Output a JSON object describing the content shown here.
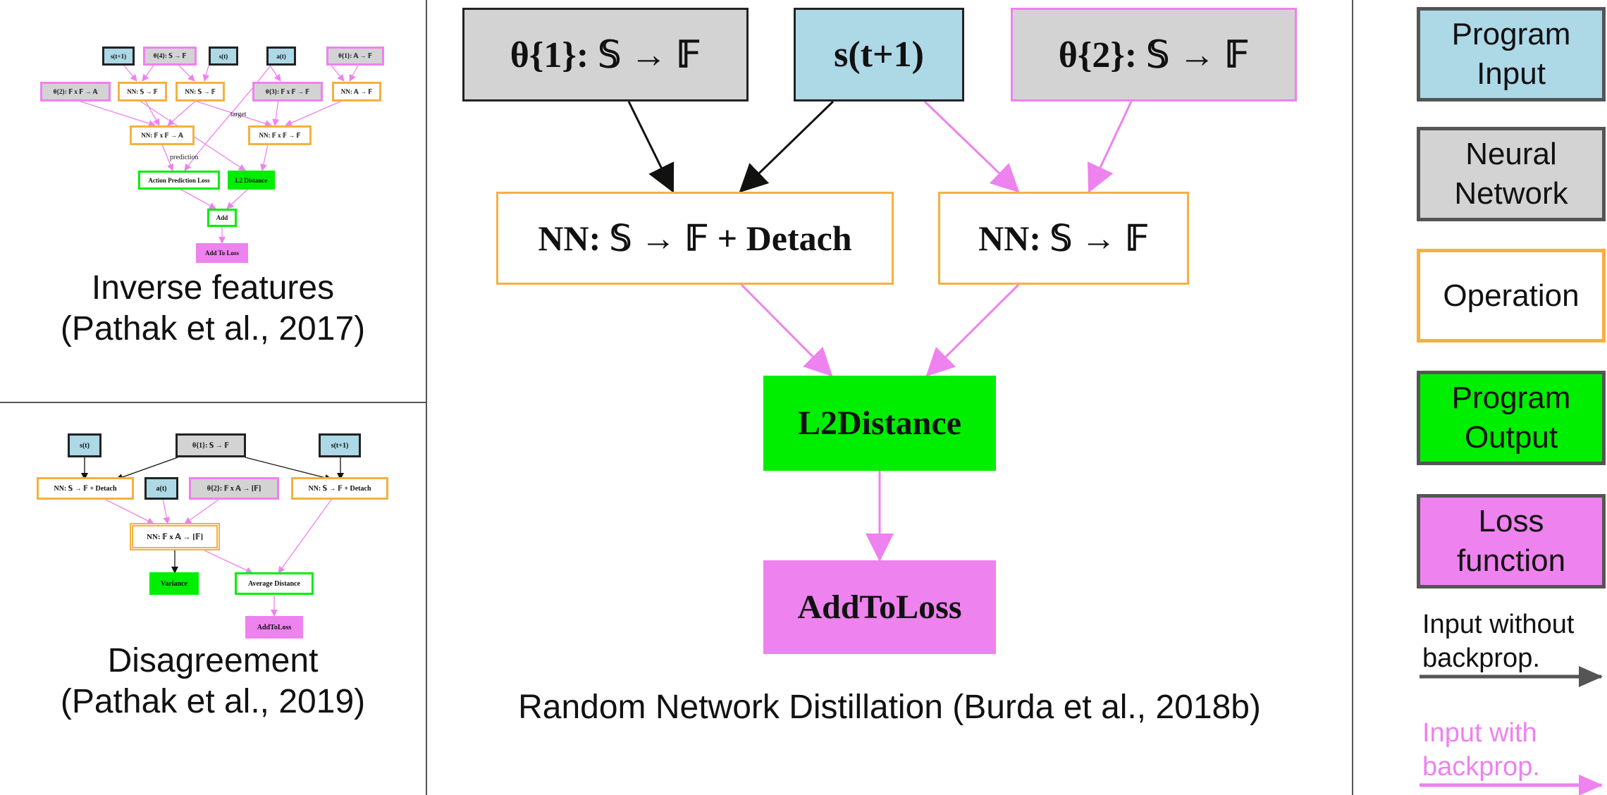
{
  "panels": {
    "inverse": {
      "caption_line1": "Inverse features",
      "caption_line2": "(Pathak et al., 2017)",
      "nodes": {
        "s_t1": "s(t+1)",
        "theta4": "θ{4}: 𝕊 → 𝔽",
        "s_t": "s(t)",
        "a_t": "a(t)",
        "theta1": "θ{1}: 𝔸 → 𝔽",
        "theta2": "θ{2}: 𝔽 x 𝔽 → 𝔸",
        "nn_s_f_1": "NN: 𝕊 → 𝔽",
        "nn_s_f_2": "NN: 𝕊 → 𝔽",
        "theta3": "θ{3}: 𝔽 x 𝔽 → 𝔽",
        "nn_a_f": "NN: 𝔸 → 𝔽",
        "nn_ff_a": "NN: 𝔽 x 𝔽 → 𝔸",
        "nn_ff_f": "NN: 𝔽 x 𝔽 → 𝔽",
        "apl": "Action Prediction Loss",
        "l2": "L2 Distance",
        "add": "Add",
        "add_to_loss": "Add To Loss"
      },
      "edge_labels": {
        "target": "target",
        "prediction": "prediction"
      }
    },
    "disagreement": {
      "caption_line1": "Disagreement",
      "caption_line2": "(Pathak et al., 2019)",
      "nodes": {
        "s_t": "s(t)",
        "theta1": "θ{1}: 𝕊 → 𝔽",
        "s_t1": "s(t+1)",
        "nn_detach_left": "NN: 𝕊 → 𝔽 + Detach",
        "a_t": "a(t)",
        "theta2": "θ{2}: 𝔽 x 𝔸 → [𝔽]",
        "nn_detach_right": "NN: 𝕊 → 𝔽 + Detach",
        "nn_fa": "NN: 𝔽 x 𝔸 → [𝔽]",
        "variance": "Variance",
        "avg_dist": "Average Distance",
        "add_to_loss": "AddToLoss"
      }
    },
    "rnd": {
      "caption": "Random Network Distillation (Burda et al., 2018b)",
      "nodes": {
        "theta1": "θ{1}: 𝕊 → 𝔽",
        "s_t1": "s(t+1)",
        "theta2": "θ{2}: 𝕊 → 𝔽",
        "nn_detach": "NN: 𝕊 → 𝔽 + Detach",
        "nn": "NN: 𝕊 → 𝔽",
        "l2": "L2Distance",
        "add_to_loss": "AddToLoss"
      }
    }
  },
  "legend": {
    "program_input": "Program Input",
    "neural_network": "Neural Network",
    "operation": "Operation",
    "program_output": "Program Output",
    "loss_function": "Loss function",
    "no_backprop_line1": "Input without",
    "no_backprop_line2": "backprop.",
    "backprop_line1": "Input with",
    "backprop_line2": "backprop."
  },
  "colors": {
    "program_input": "#add8e6",
    "neural_network": "#d3d3d3",
    "operation_border": "#f5b041",
    "program_output": "#00ee00",
    "loss_function": "#ee82ee",
    "no_backprop_arrow": "#555555",
    "backprop_arrow": "#ee82ee"
  }
}
